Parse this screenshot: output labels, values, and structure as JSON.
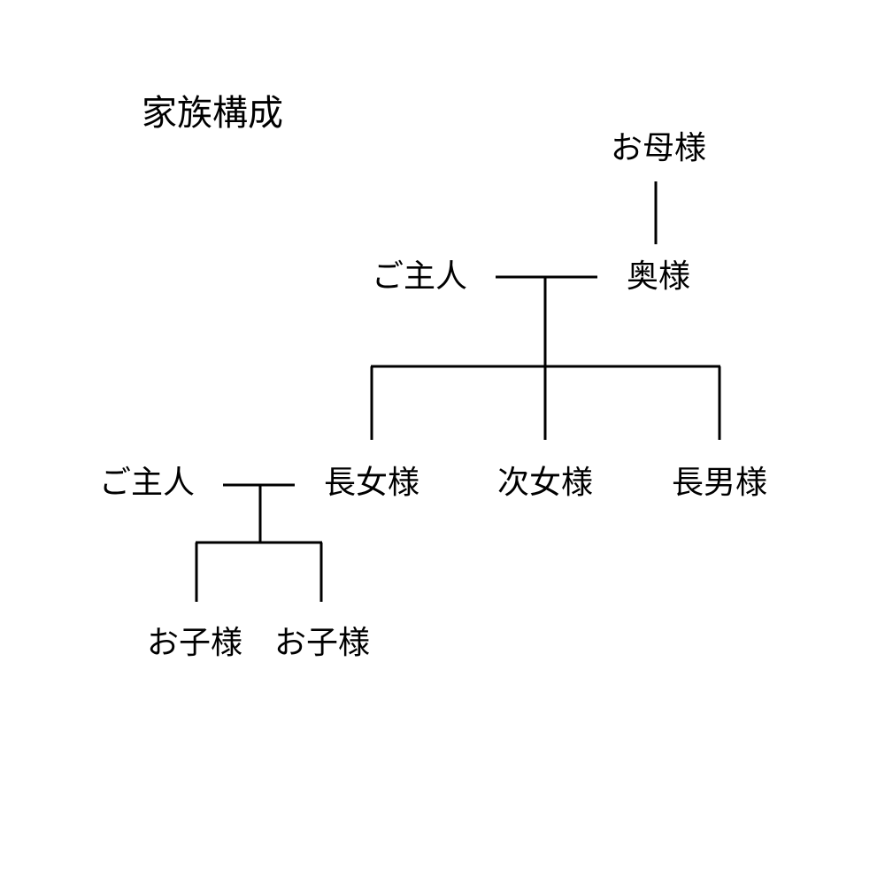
{
  "title": "家族構成",
  "members": {
    "grandmother": "お母様",
    "husband_1": "ご主人",
    "wife": "奥様",
    "daughter_1": "長女様",
    "daughter_2": "次女様",
    "son_1": "長男様",
    "husband_2": "ご主人",
    "child_1": "お子様",
    "child_2": "お子様"
  },
  "colors": {
    "line": "#000000",
    "text": "#000000",
    "background": "#ffffff"
  }
}
